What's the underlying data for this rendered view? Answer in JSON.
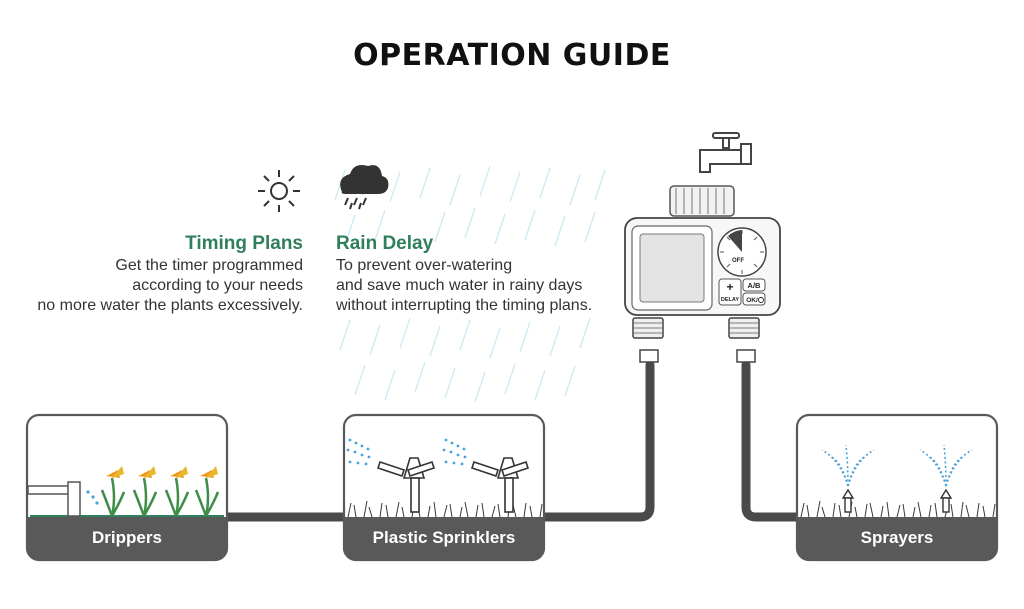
{
  "title": "OPERATION GUIDE",
  "timing_plans": {
    "heading": "Timing Plans",
    "lines": [
      "Get the timer programmed",
      "according to your needs",
      "no more water the plants excessively."
    ]
  },
  "rain_delay": {
    "heading": "Rain Delay",
    "lines": [
      "To prevent over-watering",
      "and save much water in rainy days",
      "without interrupting the timing plans."
    ]
  },
  "timer": {
    "plus_key": "+",
    "ab_key": "A/B",
    "delay_key": "DELAY",
    "ok_key": "OK/",
    "dial_label": "OFF"
  },
  "cards": {
    "drippers": "Drippers",
    "plastic_sprinklers": "Plastic Sprinklers",
    "sprayers": "Sprayers"
  },
  "icons": {
    "sun": "sun-icon",
    "rain_cloud": "rain-cloud-icon",
    "faucet": "faucet-icon",
    "timer": "water-timer-icon"
  },
  "colors": {
    "heading_green": "#2f7f5d",
    "card_dark": "#595959",
    "hose": "#4a4a4a",
    "water_blue": "#4aa3d8",
    "rain_blue": "#a9dcea"
  }
}
